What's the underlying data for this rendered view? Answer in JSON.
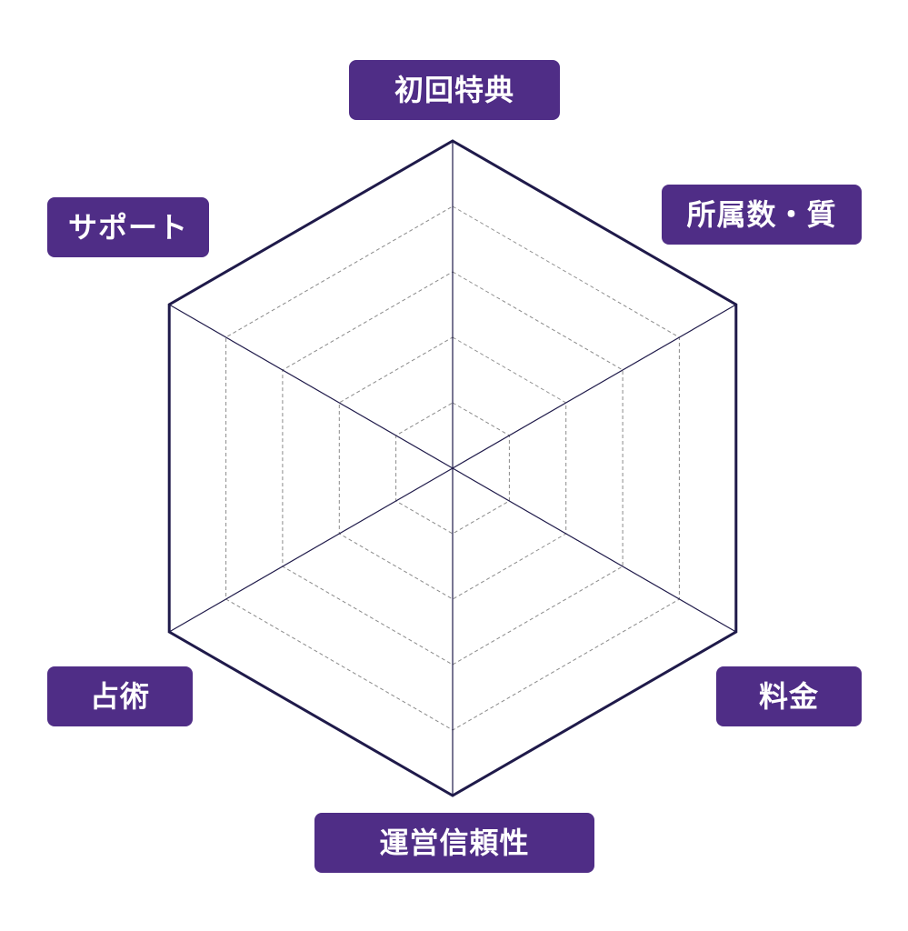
{
  "chart_data": {
    "type": "radar",
    "axes": [
      "初回特典",
      "所属数・質",
      "料金",
      "運営信頼性",
      "占術",
      "サポート"
    ],
    "levels": 5,
    "series": [],
    "grid": true
  },
  "colors": {
    "label_background": "#4f2d86",
    "label_text": "#ffffff",
    "outline": "#1f1a4a",
    "grid": "#8a8a8a"
  }
}
